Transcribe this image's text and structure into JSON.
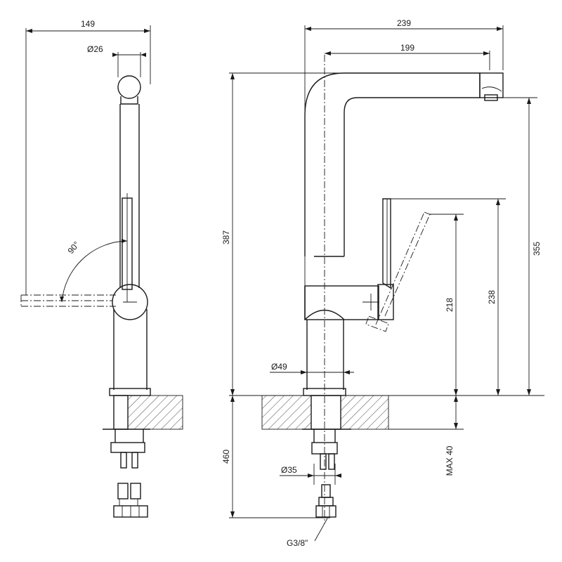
{
  "dimensions": {
    "side_width": "149",
    "side_diameter": "26",
    "lever_angle": "90°",
    "front_width": "239",
    "front_reach": "199",
    "total_height": "387",
    "spout_height": "355",
    "lever_height_238": "238",
    "lever_height_218": "218",
    "body_diameter": "49",
    "under_depth": "460",
    "shank_diameter": "35",
    "max_thickness": "MAX 40",
    "thread": "G3/8\""
  },
  "symbols": {
    "diameter": "Ø"
  }
}
